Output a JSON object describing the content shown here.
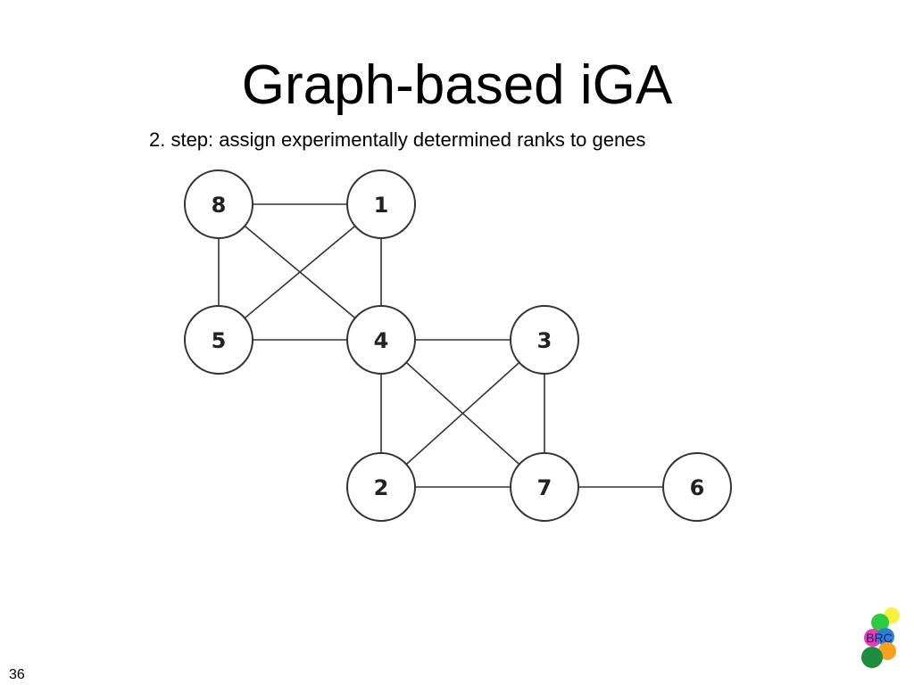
{
  "slide": {
    "title": "Graph-based iGA",
    "subtitle": "2. step: assign experimentally determined ranks to genes",
    "page_number": "36"
  },
  "graph": {
    "nodes": [
      {
        "id": "8",
        "label": "8"
      },
      {
        "id": "1",
        "label": "1"
      },
      {
        "id": "5",
        "label": "5"
      },
      {
        "id": "4",
        "label": "4"
      },
      {
        "id": "3",
        "label": "3"
      },
      {
        "id": "2",
        "label": "2"
      },
      {
        "id": "7",
        "label": "7"
      },
      {
        "id": "6",
        "label": "6"
      }
    ],
    "edges": [
      [
        "8",
        "1"
      ],
      [
        "8",
        "5"
      ],
      [
        "8",
        "4"
      ],
      [
        "1",
        "5"
      ],
      [
        "1",
        "4"
      ],
      [
        "5",
        "4"
      ],
      [
        "4",
        "3"
      ],
      [
        "4",
        "2"
      ],
      [
        "4",
        "7"
      ],
      [
        "3",
        "2"
      ],
      [
        "3",
        "7"
      ],
      [
        "2",
        "7"
      ],
      [
        "7",
        "6"
      ]
    ],
    "node_fill": "#ffffff",
    "stroke_color": "#333333"
  },
  "logo": {
    "text": "BRC",
    "colors": [
      "#f7f23a",
      "#2ecc40",
      "#e33fb0",
      "#2b7fd4",
      "#f7a01e",
      "#1e8e3e"
    ]
  }
}
